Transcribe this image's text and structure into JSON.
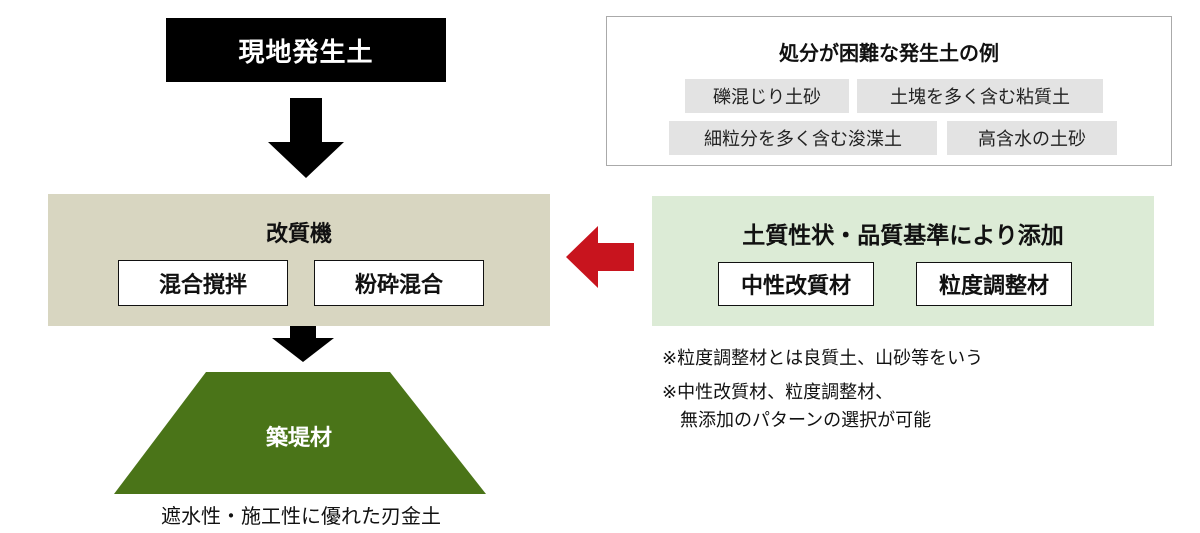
{
  "source": {
    "label": "現地発生土"
  },
  "examples": {
    "title": "処分が困難な発生土の例",
    "items": [
      "礫混じり土砂",
      "土塊を多く含む粘質土",
      "細粒分を多く含む浚渫土",
      "高含水の土砂"
    ]
  },
  "machine": {
    "title": "改質機",
    "processes": [
      "混合撹拌",
      "粉砕混合"
    ]
  },
  "additive": {
    "title": "土質性状・品質基準により添加",
    "materials": [
      "中性改質材",
      "粒度調整材"
    ]
  },
  "notes": {
    "note1": "※粒度調整材とは良質土、山砂等をいう",
    "note2_line1": "※中性改質材、粒度調整材、",
    "note2_line2": "無添加のパターンの選択が可能"
  },
  "product": {
    "label": "築堤材",
    "caption": "遮水性・施工性に優れた刃金土"
  },
  "colors": {
    "source_box": "#000000",
    "machine_panel": "#d8d6c1",
    "additive_panel": "#dcebd6",
    "trapezoid": "#4a7418",
    "red_arrow": "#c8141e",
    "chip": "#e3e3e3"
  }
}
